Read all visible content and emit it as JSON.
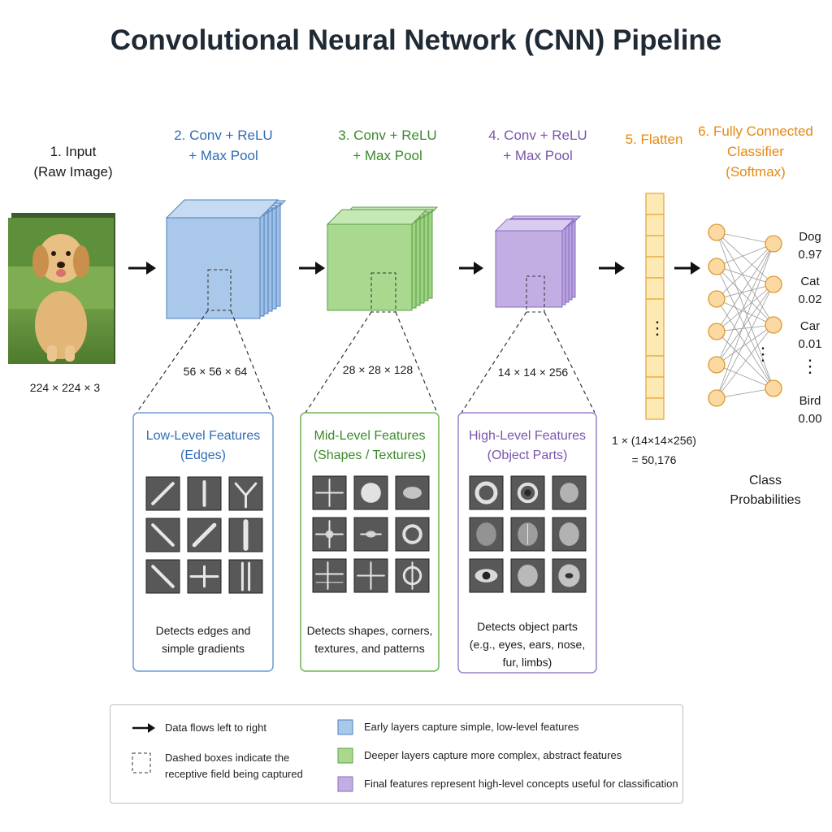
{
  "title": "Convolutional Neural Network (CNN) Pipeline",
  "colors": {
    "blue": "#2f6db5",
    "blue_fill": "#a9c8ea",
    "blue_stroke": "#4d7fbf",
    "green": "#3a8a2b",
    "green_fill": "#a8d98e",
    "green_stroke": "#5a9e45",
    "purple": "#7a55ad",
    "purple_fill": "#c2aee3",
    "purple_stroke": "#8a6cbd",
    "orange": "#e8880e",
    "flatten_fill": "#fde9b4",
    "node_fill": "#fbd9a3"
  },
  "stages": {
    "input": {
      "line1": "1. Input",
      "line2": "(Raw Image)",
      "dims": "224 × 224 × 3"
    },
    "conv1": {
      "line1": "2. Conv + ReLU",
      "line2": "+ Max Pool",
      "dims": "56 × 56 × 64"
    },
    "conv2": {
      "line1": "3. Conv + ReLU",
      "line2": "+ Max Pool",
      "dims": "28 × 28 × 128"
    },
    "conv3": {
      "line1": "4. Conv + ReLU",
      "line2": "+ Max Pool",
      "dims": "14 × 14 × 256"
    },
    "flatten": {
      "line1": "5. Flatten",
      "formula": "1 × (14×14×256)",
      "result": "= 50,176",
      "dots": "⋮"
    },
    "classifier": {
      "line1": "6. Fully Connected",
      "line2": "Classifier",
      "line3": "(Softmax)",
      "caption_line1": "Class",
      "caption_line2": "Probabilities"
    }
  },
  "panels": {
    "low": {
      "title1": "Low-Level Features",
      "title2": "(Edges)",
      "desc1": "Detects edges and",
      "desc2": "simple gradients",
      "desc3": ""
    },
    "mid": {
      "title1": "Mid-Level Features",
      "title2": "(Shapes / Textures)",
      "desc1": "Detects shapes, corners,",
      "desc2": "textures, and patterns",
      "desc3": ""
    },
    "high": {
      "title1": "High-Level Features",
      "title2": "(Object Parts)",
      "desc1": "Detects object parts",
      "desc2": "(e.g., eyes, ears, nose,",
      "desc3": "fur, limbs)"
    }
  },
  "classes": [
    {
      "name": "Dog",
      "prob": "0.97"
    },
    {
      "name": "Cat",
      "prob": "0.02"
    },
    {
      "name": "Car",
      "prob": "0.01"
    },
    {
      "name": "Bird",
      "prob": "0.00"
    }
  ],
  "class_dots": "⋮",
  "legend": {
    "arrow_text": "Data flows left to right",
    "dashed_text1": "Dashed boxes indicate the",
    "dashed_text2": "receptive field being captured",
    "blue_text": "Early layers capture simple, low-level features",
    "green_text": "Deeper layers capture more complex, abstract features",
    "purple_text": "Final features represent high-level concepts useful for classification"
  }
}
